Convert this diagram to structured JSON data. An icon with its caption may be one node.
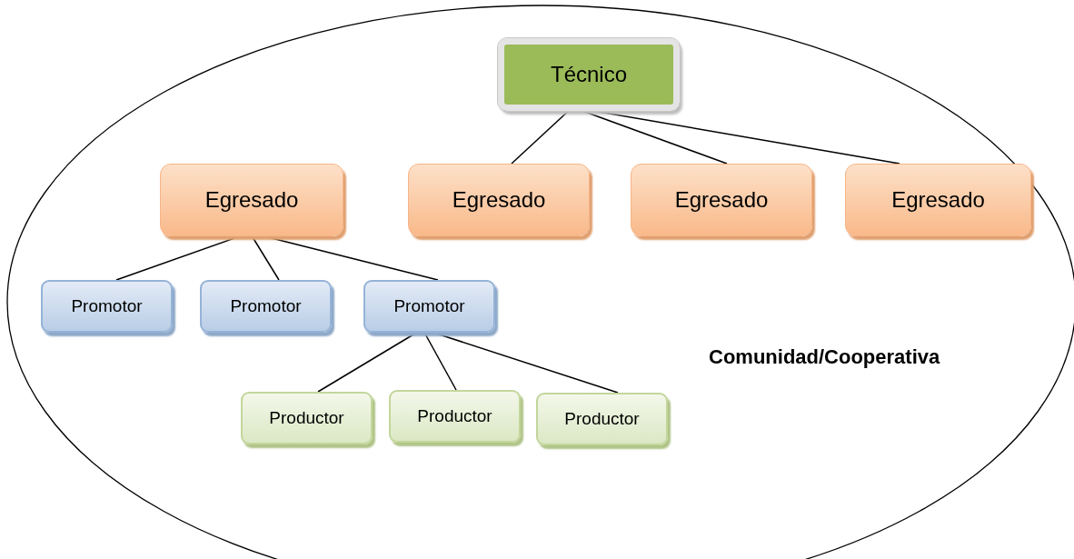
{
  "diagram": {
    "nodes": [
      {
        "text": [
          "Comunidad/Cooperativa"
        ]
      },
      {
        "text": [
          "Técnico"
        ],
        "in": 0
      },
      {
        "text": [
          "Egresado"
        ],
        "in": 0
      },
      {
        "text": [
          "Egresado"
        ],
        "in": 0
      },
      {
        "text": [
          "Egresado"
        ],
        "in": 0
      },
      {
        "text": [
          "Egresado"
        ],
        "in": 0
      },
      {
        "text": [
          "Promotor"
        ],
        "in": 0
      },
      {
        "text": [
          "Promotor"
        ],
        "in": 0
      },
      {
        "text": [
          "Promotor"
        ],
        "in": 0
      },
      {
        "text": [
          "Productor"
        ],
        "in": 0
      },
      {
        "text": [
          "Productor"
        ],
        "in": 0
      },
      {
        "text": [
          "Productor"
        ],
        "in": 0
      }
    ],
    "edges": [
      {
        "from": 1,
        "to": 3,
        "arrow": "none"
      },
      {
        "from": 1,
        "to": 4,
        "arrow": "none"
      },
      {
        "from": 1,
        "to": 5,
        "arrow": "none"
      },
      {
        "from": 2,
        "to": 6,
        "arrow": "none"
      },
      {
        "from": 2,
        "to": 7,
        "arrow": "none"
      },
      {
        "from": 2,
        "to": 8,
        "arrow": "none"
      },
      {
        "from": 8,
        "to": 9,
        "arrow": "none"
      },
      {
        "from": 8,
        "to": 10,
        "arrow": "none"
      },
      {
        "from": 8,
        "to": 11,
        "arrow": "none"
      }
    ]
  }
}
